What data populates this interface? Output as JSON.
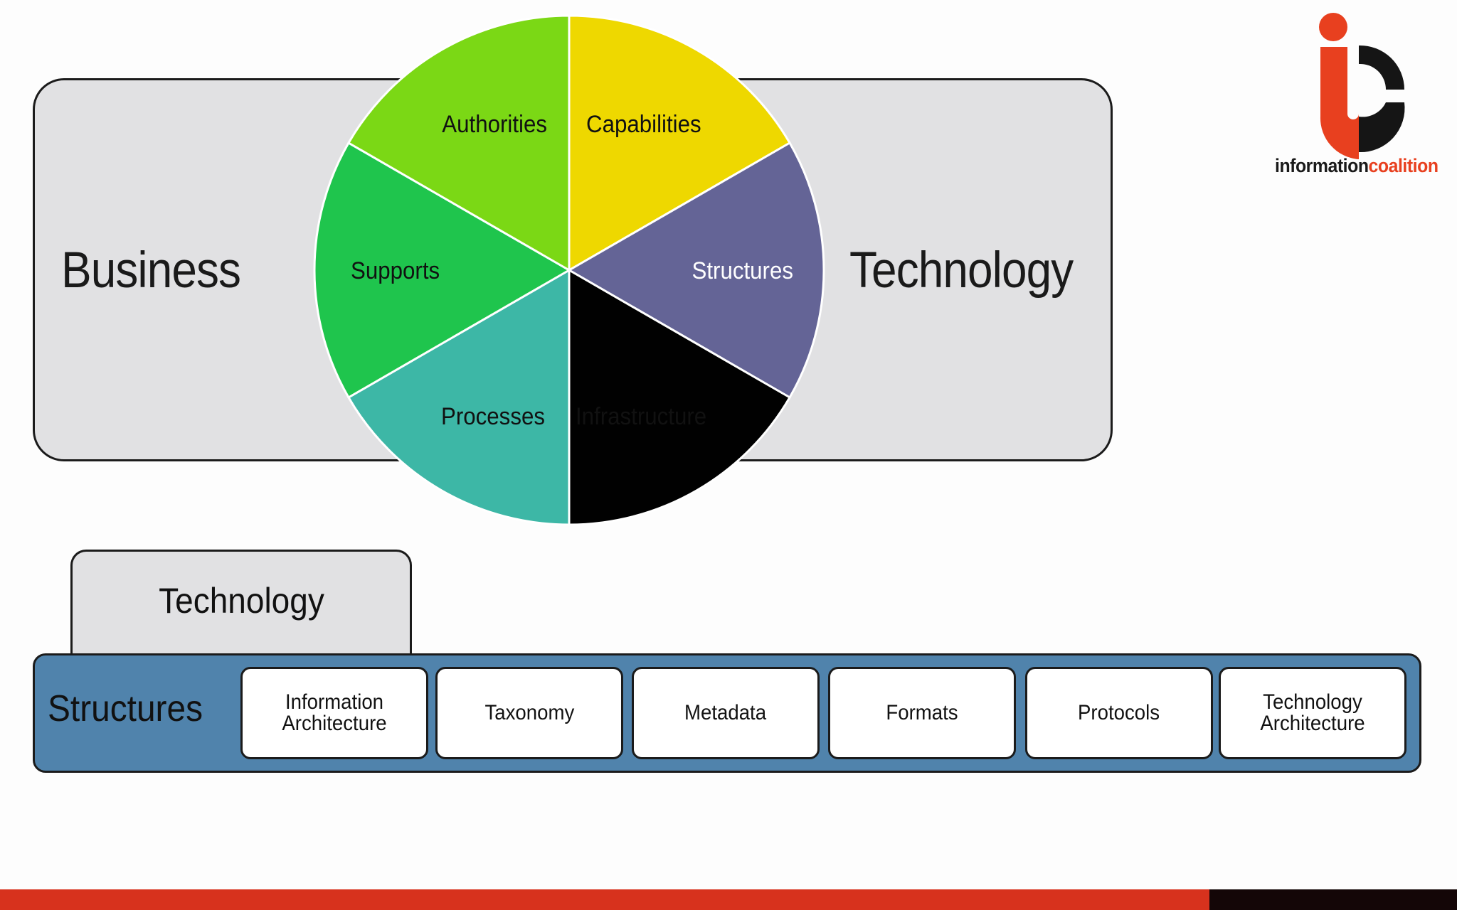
{
  "diagram": {
    "left_label": "Business",
    "right_label": "Technology",
    "segments": [
      {
        "name": "Authorities",
        "color": "#eed800",
        "text_color": "#111111"
      },
      {
        "name": "Capabilities",
        "color": "#646496",
        "text_color": "#111111"
      },
      {
        "name": "Structures",
        "color": "#010101",
        "text_color": "#ffffff"
      },
      {
        "name": "Infrastructure",
        "color": "#3db7a6",
        "text_color": "#111111"
      },
      {
        "name": "Processes",
        "color": "#1fc54d",
        "text_color": "#111111"
      },
      {
        "name": "Supports",
        "color": "#7bd815",
        "text_color": "#111111"
      }
    ]
  },
  "logo": {
    "text_dark": "information",
    "text_red": "coalition",
    "red": "#e8401f",
    "dark": "#1a1a1a"
  },
  "structures_panel": {
    "tab_label": "Technology",
    "bar_label": "Structures",
    "items": [
      "Information Architecture",
      "Taxonomy",
      "Metadata",
      "Formats",
      "Protocols",
      "Technology Architecture"
    ]
  },
  "footer": {
    "red": "#d7321d",
    "dark": "#140607"
  }
}
